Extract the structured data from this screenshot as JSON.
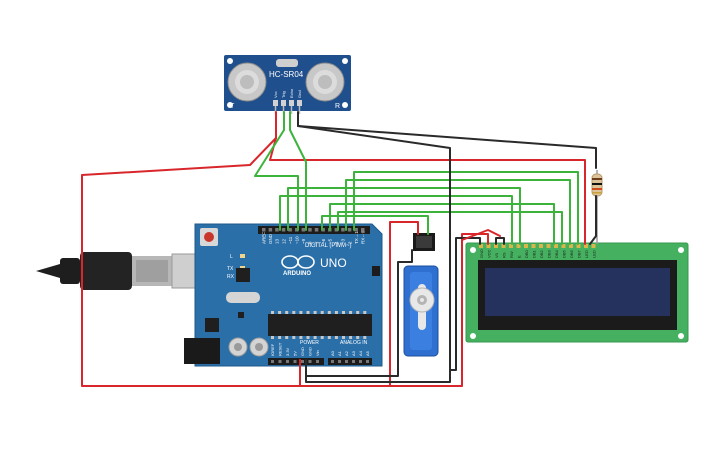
{
  "colors": {
    "wire_red": "#d9262b",
    "wire_green": "#3cb43c",
    "wire_black": "#2a2a2a",
    "board_blue": "#2a6fa8",
    "sensor_blue": "#1f4f8c",
    "lcd_green": "#45b060",
    "lcd_screen": "#26325e",
    "servo_blue": "#2f6fd0"
  },
  "sensor": {
    "model": "HC-SR04",
    "pins": [
      "Vcc",
      "Trig",
      "Echo",
      "Gnd"
    ],
    "corner_left": "T",
    "corner_right": "R"
  },
  "arduino": {
    "brand": "ARDUINO",
    "model": "UNO",
    "digital_label": "DIGITAL (PWM~)",
    "analog_label": "ANALOG IN",
    "power_label": "POWER",
    "tx": "TX",
    "rx": "RX",
    "l": "L",
    "digital_pins": [
      "AREF",
      "GND",
      "13",
      "12",
      "~11",
      "~10",
      "~9",
      "8",
      "7",
      "~6",
      "~5",
      "4",
      "~3",
      "2",
      "TX→1",
      "RX←0"
    ],
    "power_pins": [
      "IOREF",
      "RESET",
      "3.3V",
      "5V",
      "GND",
      "GND",
      "Vin"
    ],
    "analog_pins": [
      "A0",
      "A1",
      "A2",
      "A3",
      "A4",
      "A5"
    ]
  },
  "lcd": {
    "pins": [
      "GND",
      "VCC",
      "V0",
      "RS",
      "RW",
      "E",
      "DB0",
      "DB1",
      "DB2",
      "DB3",
      "DB4",
      "DB5",
      "DB6",
      "DB7",
      "LED",
      "LED"
    ]
  },
  "icons": [
    "usb-cable-icon",
    "servo-icon",
    "resistor-icon",
    "reset-button-icon"
  ]
}
